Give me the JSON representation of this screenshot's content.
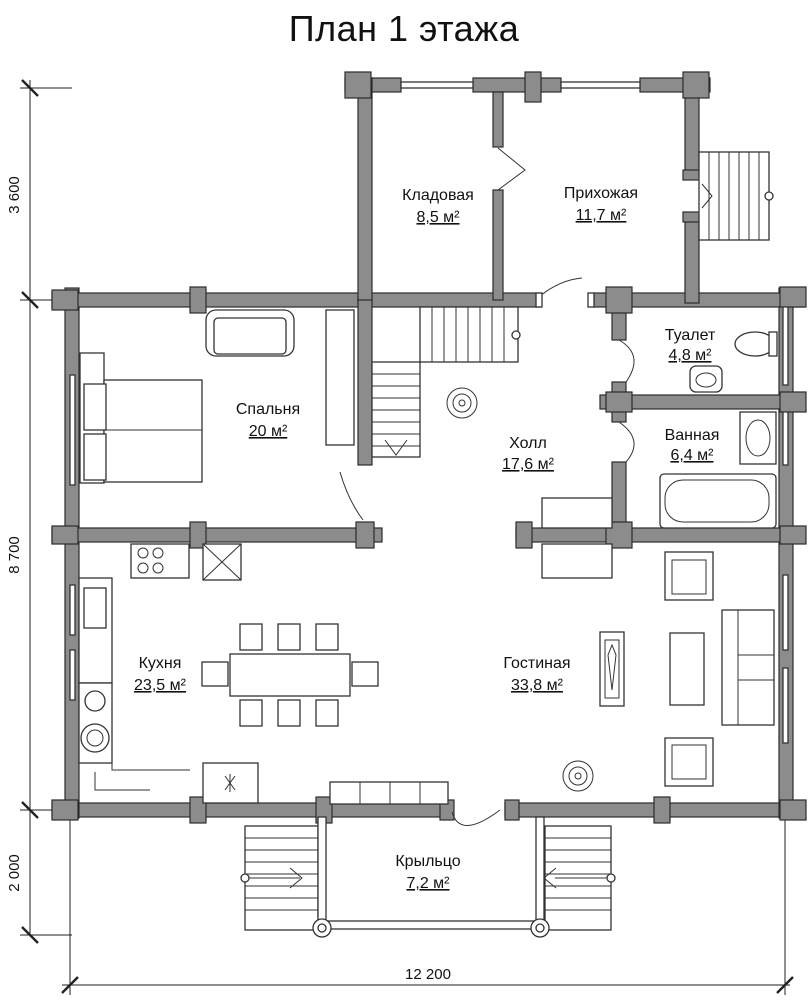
{
  "title": "План 1 этажа",
  "rooms": [
    {
      "name": "Кладовая",
      "area": "8,5 м²"
    },
    {
      "name": "Прихожая",
      "area": "11,7 м²"
    },
    {
      "name": "Туалет",
      "area": "4,8 м²"
    },
    {
      "name": "Спальня",
      "area": "20 м²"
    },
    {
      "name": "Холл",
      "area": "17,6 м²"
    },
    {
      "name": "Ванная",
      "area": "6,4 м²"
    },
    {
      "name": "Кухня",
      "area": "23,5 м²"
    },
    {
      "name": "Гостиная",
      "area": "33,8 м²"
    },
    {
      "name": "Крыльцо",
      "area": "7,2 м²"
    }
  ],
  "dimensions": {
    "top_section": "3 600",
    "middle_section": "8 700",
    "bottom_section": "2 000",
    "total_width": "12 200"
  }
}
